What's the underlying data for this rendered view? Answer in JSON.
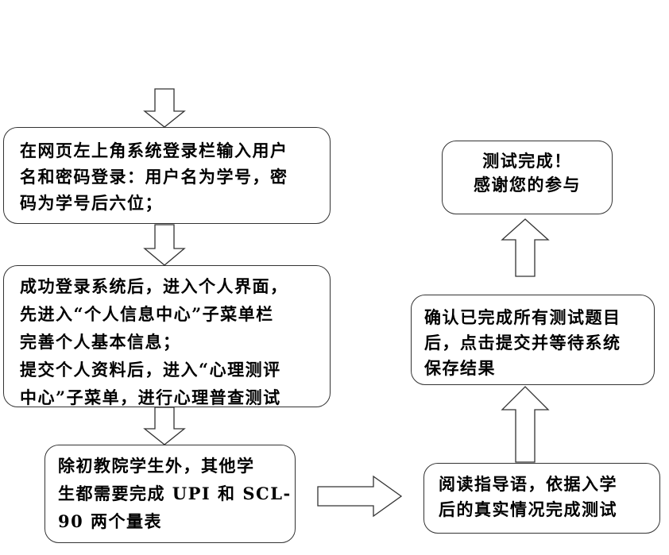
{
  "steps": [
    {
      "lines": [
        "在网页左上角系统登录栏输入用户",
        "名和密码登录：用户名为学号，密",
        "码为学号后六位；"
      ]
    },
    {
      "lines": [
        "成功登录系统后，进入个人界面，",
        "先进入“个人信息中心”子菜单栏",
        "完善个人基本信息；",
        "提交个人资料后，进入“心理测评",
        "中心”子菜单，进行心理普查测试"
      ]
    },
    {
      "lines": [
        "除初教院学生外，其他学",
        "生都需要完成 UPI 和 SCL-",
        "90 两个量表"
      ]
    },
    {
      "lines": [
        "阅读指导语，依据入学",
        "后的真实情况完成测试"
      ]
    },
    {
      "lines": [
        "确认已完成所有测试题目",
        "后，点击提交并等待系统",
        "保存结果"
      ]
    },
    {
      "lines": [
        "测试完成！",
        "感谢您的参与"
      ]
    }
  ]
}
